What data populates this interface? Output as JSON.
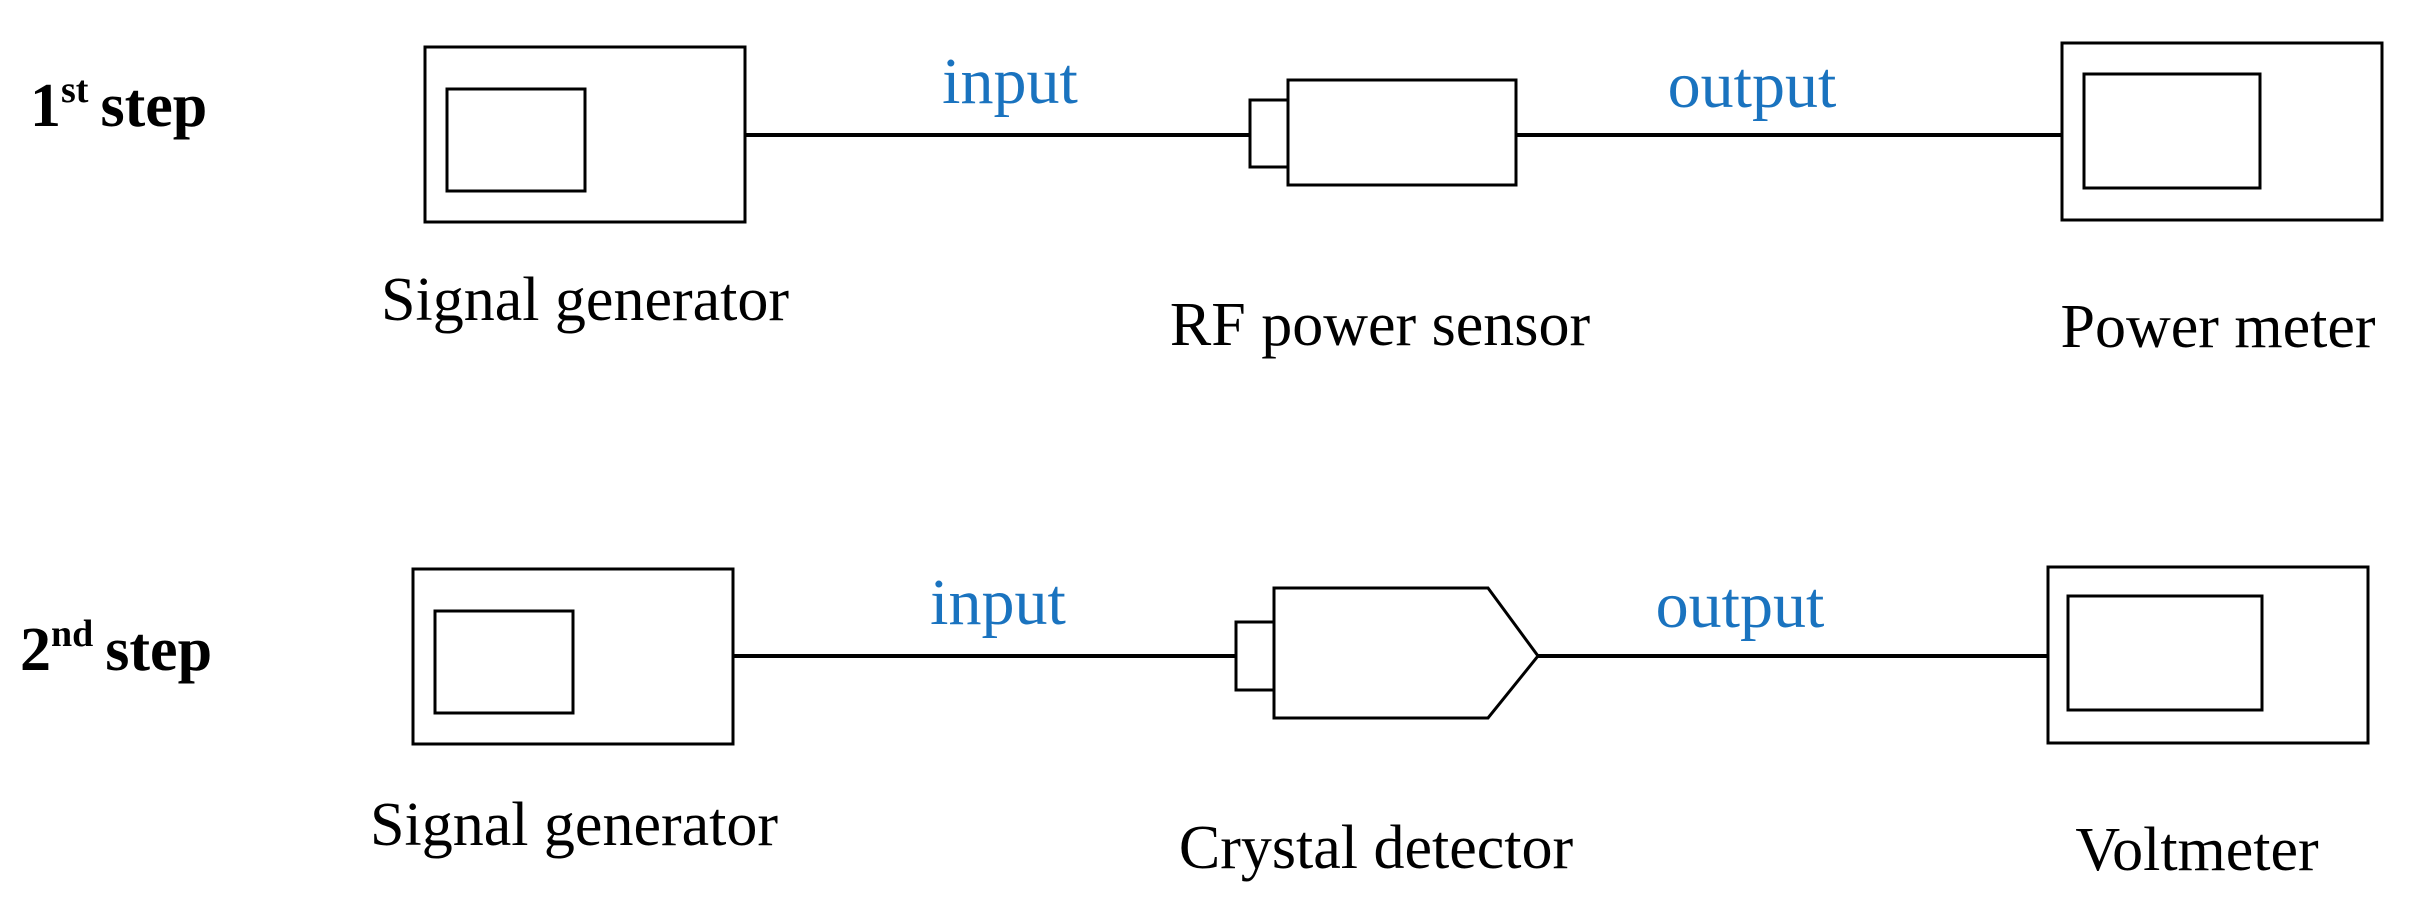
{
  "colors": {
    "port_label": "#1a73bf",
    "line": "#000000",
    "text": "#000000"
  },
  "steps": [
    {
      "number": "1",
      "suffix": "st",
      "word": "step",
      "port_in": "input",
      "port_out": "output",
      "source": "Signal generator",
      "middle": "RF power sensor",
      "destination": "Power meter"
    },
    {
      "number": "2",
      "suffix": "nd",
      "word": "step",
      "port_in": "input",
      "port_out": "output",
      "source": "Signal generator",
      "middle": "Crystal detector",
      "destination": "Voltmeter"
    }
  ]
}
